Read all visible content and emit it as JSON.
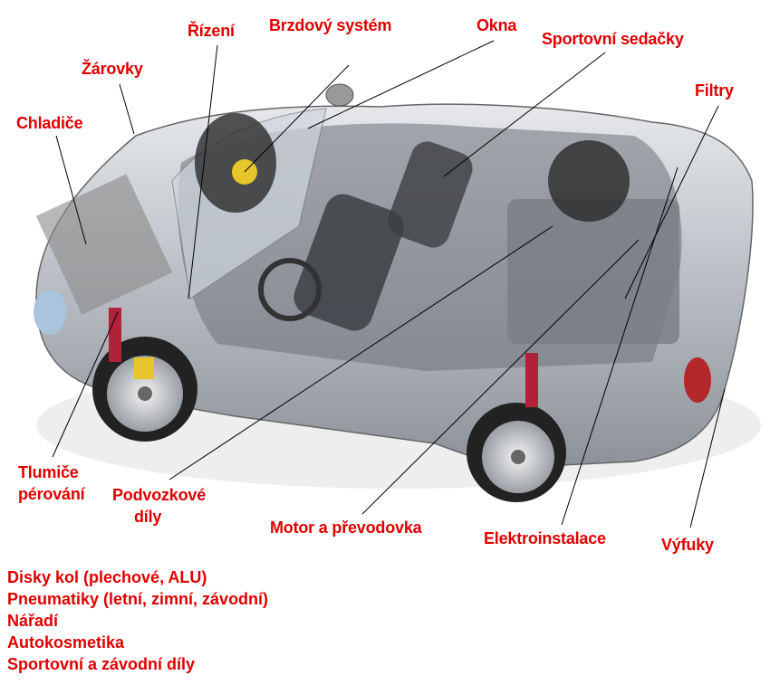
{
  "labels": {
    "rizeni": "Řízení",
    "brzdy": "Brzdový systém",
    "okna": "Okna",
    "sedacky": "Sportovní sedačky",
    "zarovky": "Žárovky",
    "chladice": "Chladiče",
    "filtry": "Filtry",
    "tlumice_1": "Tlumiče",
    "tlumice_2": "pérování",
    "podvozek_1": "Podvozkové",
    "podvozek_2": "díly",
    "motor": "Motor a převodovka",
    "elektro": "Elektroinstalace",
    "vyfuky": "Výfuky"
  },
  "categories": [
    "Disky kol (plechové, ALU)",
    "Pneumatiky (letní, zimní, závodní)",
    "Nářadí",
    "Autokosmetika",
    "Sportovní a závodní díly"
  ],
  "colors": {
    "label": "#e00000",
    "body": "#b8bcc2"
  }
}
